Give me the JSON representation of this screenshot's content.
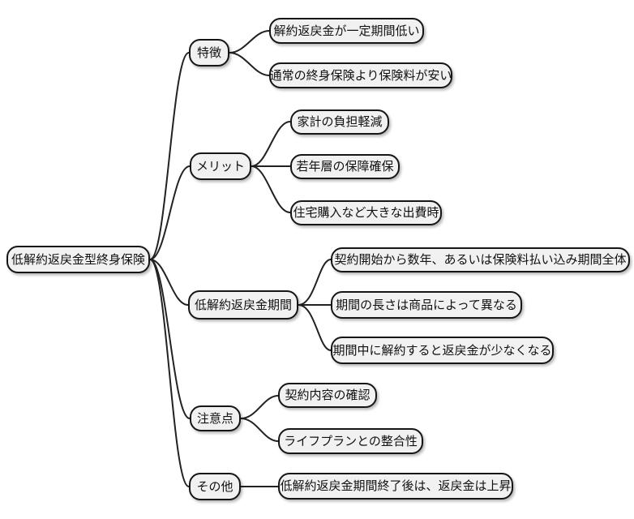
{
  "mindmap": {
    "root": {
      "label": "低解約返戻金型終身保険"
    },
    "branches": [
      {
        "label": "特徴",
        "children": [
          "解約返戻金が一定期間低い",
          "通常の終身保険より保険料が安い"
        ]
      },
      {
        "label": "メリット",
        "children": [
          "家計の負担軽減",
          "若年層の保障確保",
          "住宅購入など大きな出費時"
        ]
      },
      {
        "label": "低解約返戻金期間",
        "children": [
          "契約開始から数年、あるいは保険料払い込み期間全体",
          "期間の長さは商品によって異なる",
          "期間中に解約すると返戻金が少なくなる"
        ]
      },
      {
        "label": "注意点",
        "children": [
          "契約内容の確認",
          "ライフプランとの整合性"
        ]
      },
      {
        "label": "その他",
        "children": [
          "低解約返戻金期間終了後は、返戻金は上昇"
        ]
      }
    ],
    "colors": {
      "node_fill": "#f1f1f1",
      "node_border": "#161616",
      "line": "#222222",
      "background": "#ffffff"
    }
  }
}
